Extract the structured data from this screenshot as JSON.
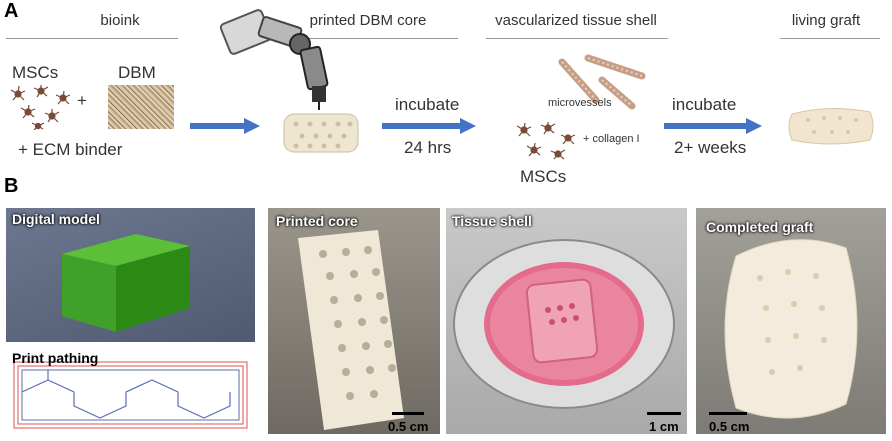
{
  "panel_a": {
    "letter": "A",
    "steps": {
      "bioink": "bioink",
      "printed_core": "printed DBM core",
      "tissue_shell": "vascularized tissue shell",
      "graft": "living graft"
    },
    "labels": {
      "mscs": "MSCs",
      "plus": "+",
      "dbm": "DBM",
      "binder": "+ ECM binder",
      "incubate1": "incubate",
      "duration1": "24 hrs",
      "microvessels": "microvessels",
      "collagen": "+ collagen I",
      "mscs2": "MSCs",
      "incubate2": "incubate",
      "duration2": "2+ weeks"
    },
    "colors": {
      "arrow": "#4472c4",
      "cell": "#7a4a36",
      "scaffold": "#eee6d0"
    }
  },
  "panel_b": {
    "letter": "B",
    "photos": {
      "digital_model": "Digital model",
      "print_pathing": "Print pathing",
      "printed_core": "Printed core",
      "tissue_shell": "Tissue shell",
      "completed_graft": "Completed graft"
    },
    "scale_bars": {
      "core": "0.5 cm",
      "shell": "1 cm",
      "graft": "0.5 cm"
    }
  }
}
